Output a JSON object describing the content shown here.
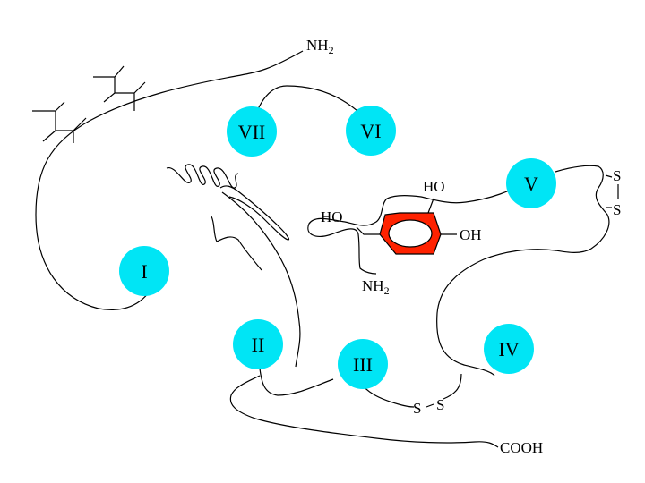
{
  "colors": {
    "helix_fill": "#00e5f5",
    "ring_fill": "#ff2200",
    "line": "#000000",
    "background": "#ffffff"
  },
  "helices": {
    "I": "I",
    "II": "II",
    "III": "III",
    "IV": "IV",
    "V": "V",
    "VI": "VI",
    "VII": "VII"
  },
  "termini": {
    "n_terminus_main": "NH",
    "n_terminus_sub": "2",
    "c_terminus": "COOH"
  },
  "ligand": {
    "ho_top": "HO",
    "ho_left": "HO",
    "oh_right": "OH",
    "amine_main": "NH",
    "amine_sub": "2"
  },
  "disulfides": {
    "bridge_bottom_s1": "S",
    "bridge_bottom_s2": "S",
    "bridge_right_s1": "S",
    "bridge_right_s2": "S"
  }
}
